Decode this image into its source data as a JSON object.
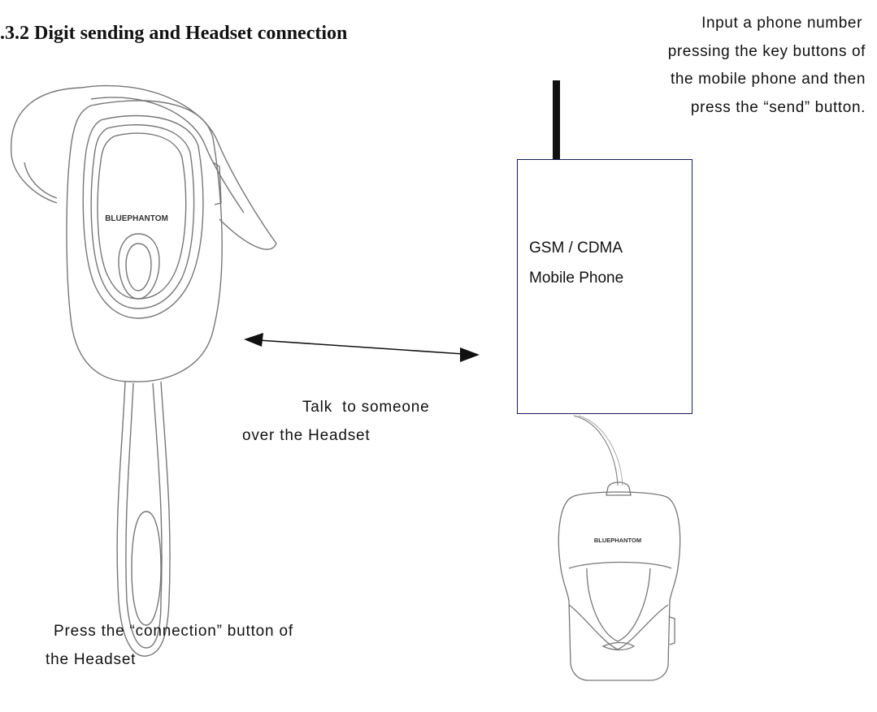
{
  "title": ".3.2 Digit sending and Headset connection",
  "send_instruction": [
    "Input a phone number",
    "pressing the key buttons of",
    "the mobile phone and then",
    "press the “send” button."
  ],
  "phone_label": [
    "GSM / CDMA",
    "Mobile Phone"
  ],
  "talk_caption": [
    "Talk  to someone",
    "over the Headset"
  ],
  "press_caption": [
    "Press the “connection” button of",
    "the Headset"
  ],
  "headset_brand": "BLUEPHANTOM",
  "adapter_brand": "BLUEPHANTOM",
  "icons": [
    "headset-icon",
    "antenna-icon",
    "double-arrow-icon",
    "adapter-icon"
  ]
}
